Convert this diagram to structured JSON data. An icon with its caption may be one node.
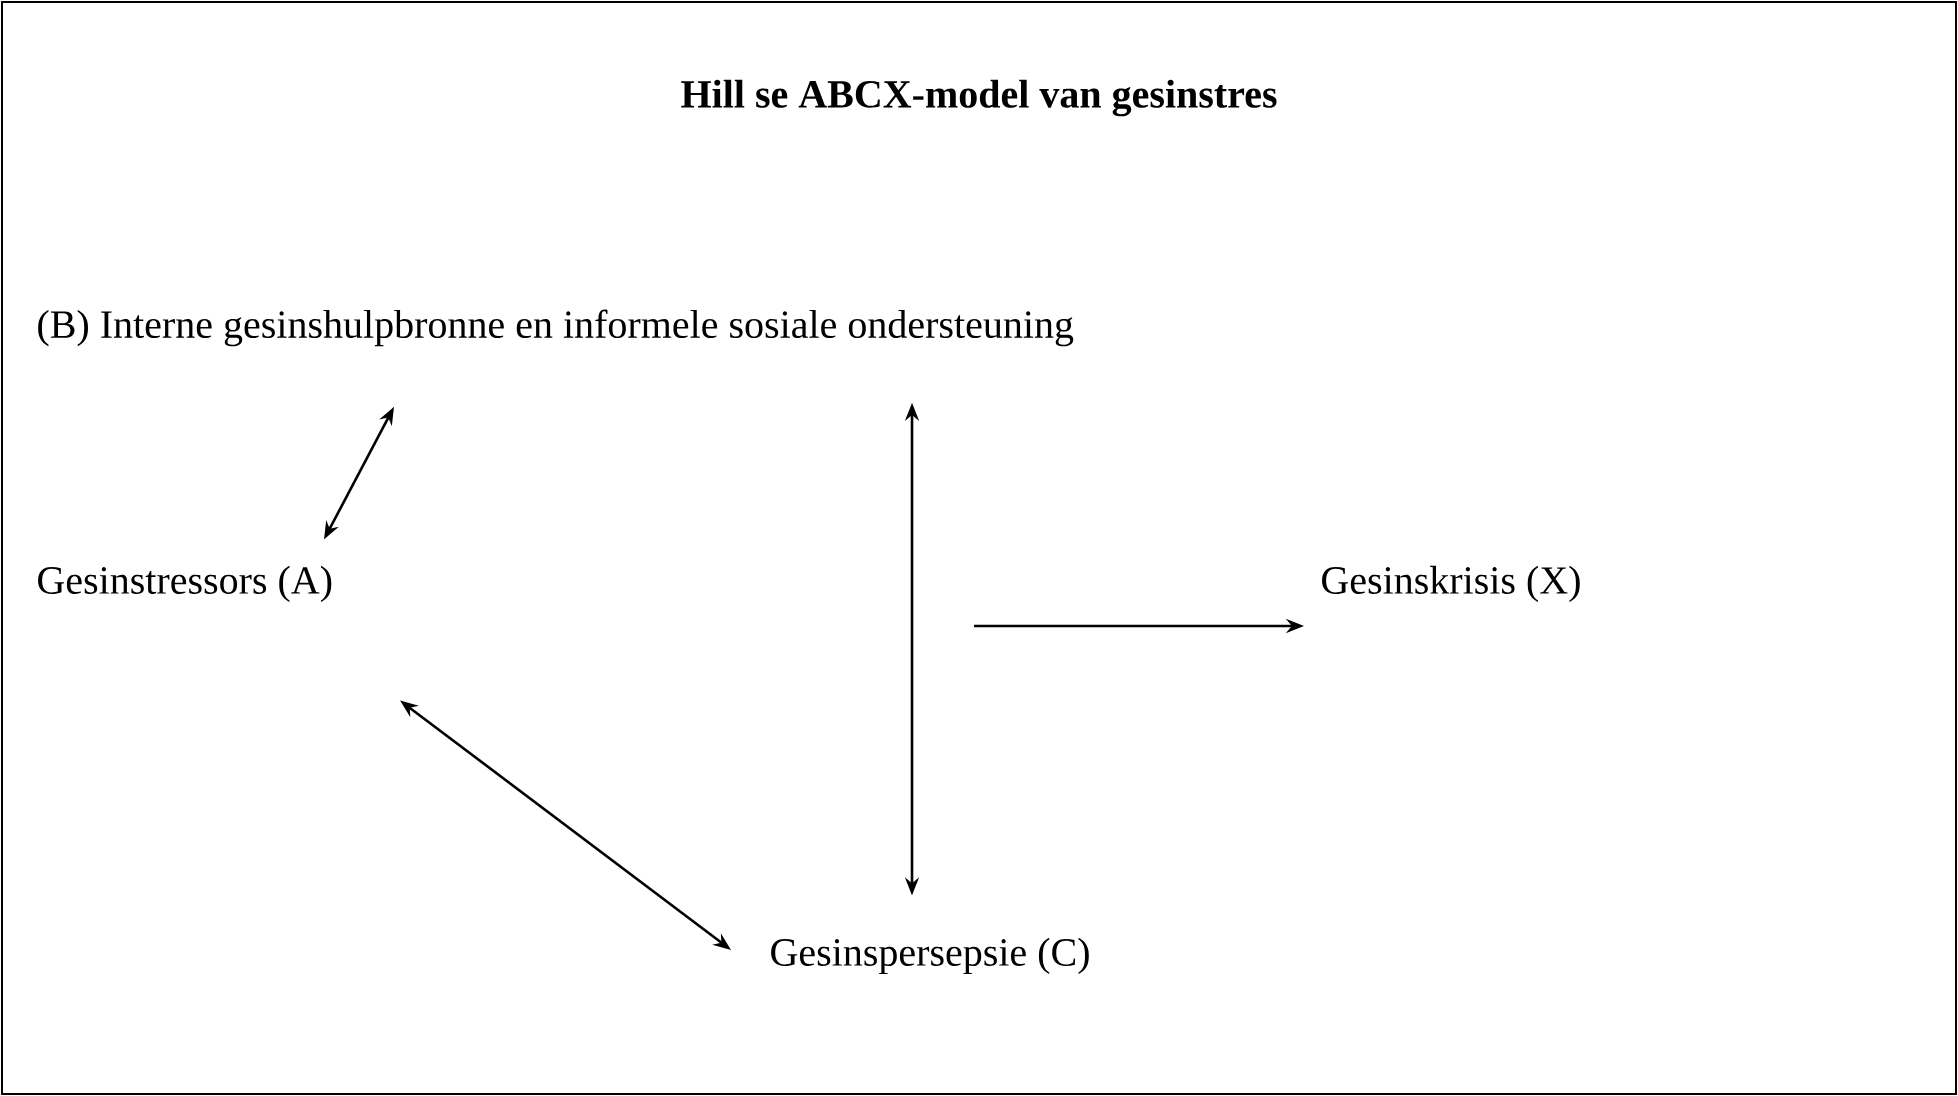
{
  "diagram": {
    "title": "Hill se ABCX-model van gesinstres",
    "nodes": [
      {
        "text": [
          "(B) Interne gesinshulpbronne en informele sosiale ondersteuning"
        ]
      },
      {
        "text": [
          "Gesinstressors (A)"
        ]
      },
      {
        "text": [
          "Gesinskrisis (X)"
        ]
      },
      {
        "text": [
          "Gesinspersepsie (C)"
        ]
      }
    ],
    "edges": [
      {
        "from": 0,
        "to": 1,
        "arrow": "both"
      },
      {
        "from": 0,
        "to": 3,
        "arrow": "both"
      },
      {
        "from": 1,
        "to": 3,
        "arrow": "both"
      },
      {
        "from": null,
        "to": 2,
        "arrow": "to"
      }
    ]
  }
}
